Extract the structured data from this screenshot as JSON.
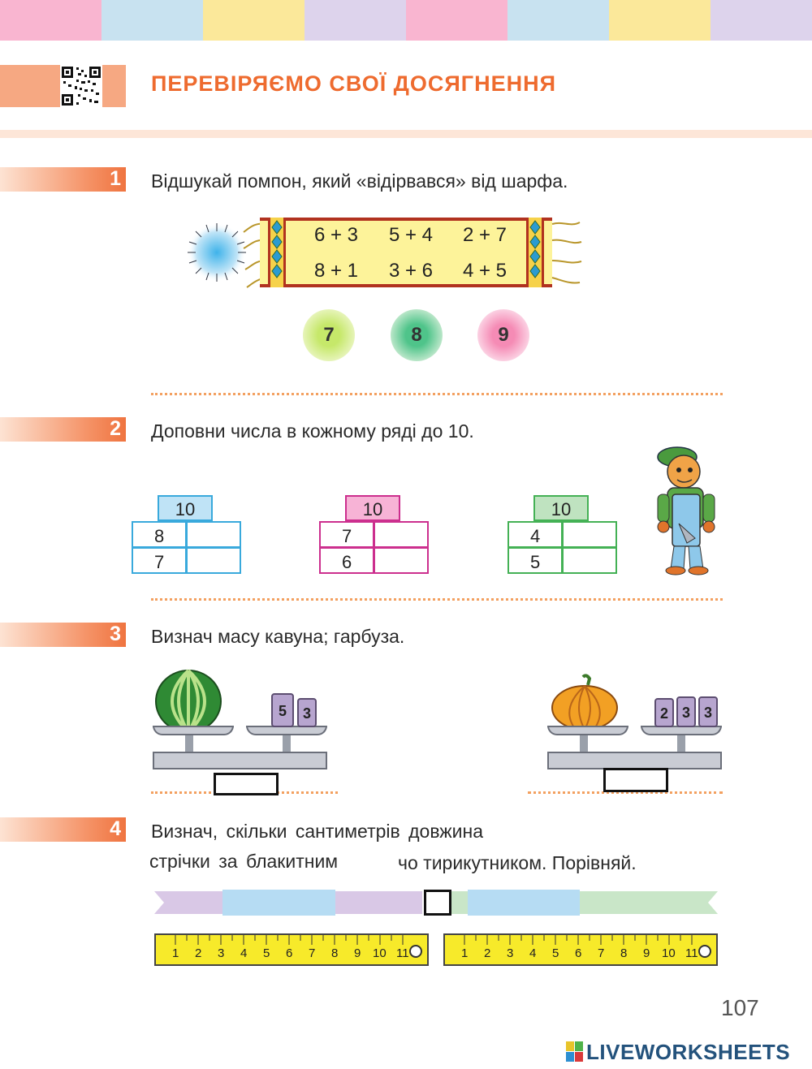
{
  "header": {
    "title": "ПЕРЕВІРЯЄМО СВОЇ ДОСЯГНЕННЯ",
    "stripe_colors": [
      "#f9b5d0",
      "#c8e2f0",
      "#fbe89a",
      "#ddd3ec",
      "#f9b5d0",
      "#c8e2f0",
      "#fbe89a",
      "#ddd3ec"
    ]
  },
  "tasks": [
    {
      "number": "1",
      "text": "Відшукай помпон, який «відірвався» від шарфа."
    },
    {
      "number": "2",
      "text": "Доповни числа в кожному ряді до 10."
    },
    {
      "number": "3",
      "text": "Визнач масу кавуна; гарбуза."
    },
    {
      "number": "4",
      "line1": "Визнач, скільки сантиметрів довжина",
      "line2a": "стрічки за блакитним",
      "line2b": "чо тирикутником. Порівняй."
    }
  ],
  "scarf": {
    "row1": [
      "6 + 3",
      "5 + 4",
      "2 + 7"
    ],
    "row2": [
      "8 + 1",
      "3 + 6",
      "4 + 5"
    ]
  },
  "pompons": [
    {
      "value": "7",
      "color": "#c6e86a"
    },
    {
      "value": "8",
      "color": "#4fc48a"
    },
    {
      "value": "9",
      "color": "#f58bb5"
    }
  ],
  "number_houses": [
    {
      "top": "10",
      "rows": [
        "8",
        "7"
      ],
      "color": "#39a9dc",
      "fill": "#bfe3f6"
    },
    {
      "top": "10",
      "rows": [
        "7",
        "6"
      ],
      "color": "#cc2f8e",
      "fill": "#f7b3d6"
    },
    {
      "top": "10",
      "rows": [
        "4",
        "5"
      ],
      "color": "#44b155",
      "fill": "#bfe3c0"
    }
  ],
  "scales": [
    {
      "item": "watermelon",
      "weights": [
        "5",
        "3"
      ]
    },
    {
      "item": "pumpkin",
      "weights": [
        "2",
        "3",
        "3"
      ]
    }
  ],
  "rulers": [
    {
      "ticks": [
        "1",
        "2",
        "3",
        "4",
        "5",
        "6",
        "7",
        "8",
        "9",
        "10",
        "11"
      ]
    },
    {
      "ticks": [
        "1",
        "2",
        "3",
        "4",
        "5",
        "6",
        "7",
        "8",
        "9",
        "10",
        "11"
      ]
    }
  ],
  "footer": {
    "page_number": "107",
    "brand": "LIVEWORKSHEETS"
  }
}
